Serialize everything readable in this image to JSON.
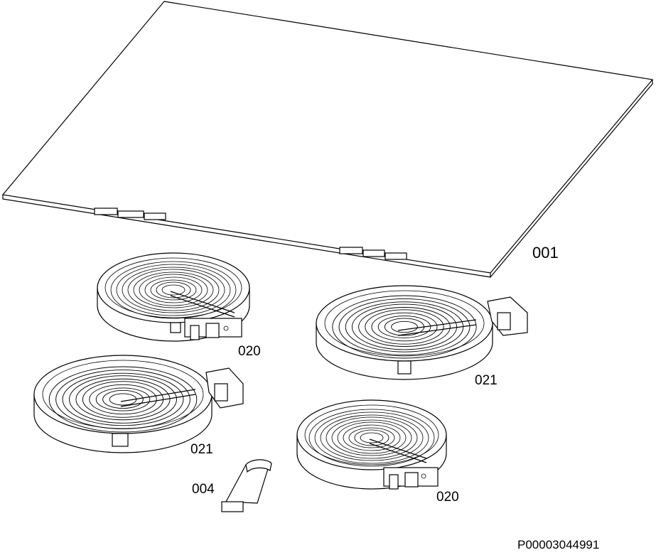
{
  "parts": {
    "glass_top": {
      "label": "001"
    },
    "heater_small_1": {
      "label": "020"
    },
    "heater_large_1": {
      "label": "021"
    },
    "heater_large_2": {
      "label": "021"
    },
    "heater_small_2": {
      "label": "020"
    },
    "clip": {
      "label": "004"
    }
  },
  "drawing_code": "P00003044991"
}
